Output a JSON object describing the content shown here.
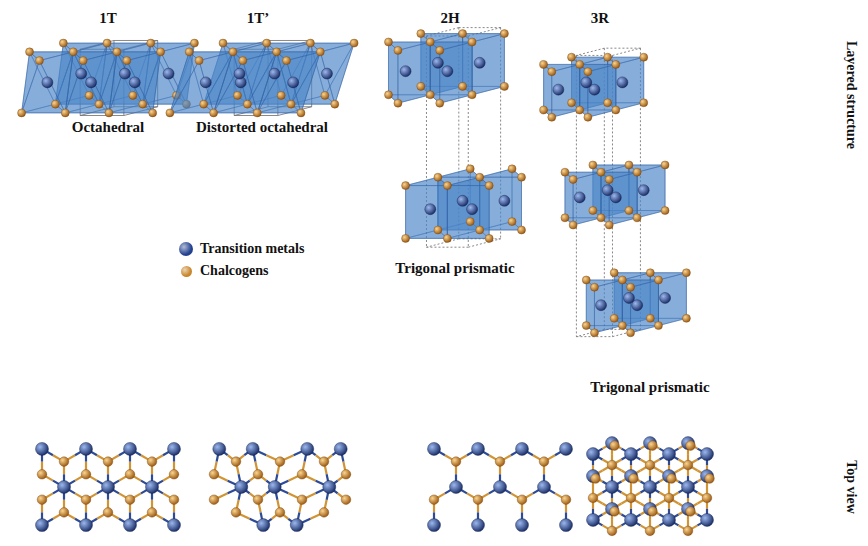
{
  "diagram": {
    "labels": [
      "1T",
      "1T’",
      "2H",
      "3R",
      "Octahedral",
      "Distorted octahedral",
      "Trigonal prismatic",
      "Trigonal prismatic",
      "Layered structure",
      "Top view"
    ],
    "legend": [
      {
        "text": "Transition metals",
        "color": "#23418f"
      },
      {
        "text": "Chalcogens",
        "color": "#c9862a"
      }
    ]
  }
}
